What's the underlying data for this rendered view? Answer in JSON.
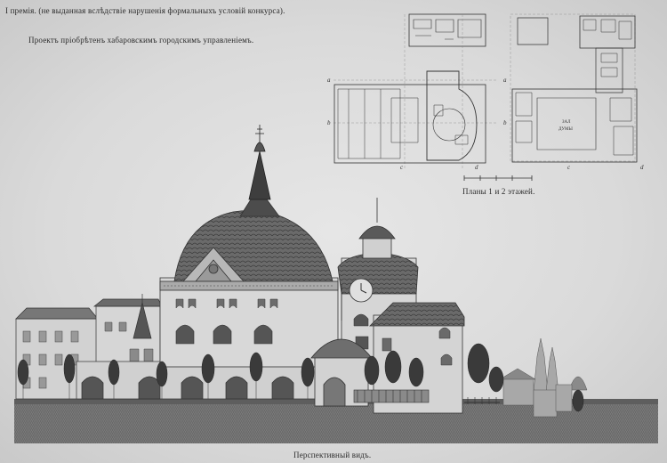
{
  "header": {
    "prize_line": "I премія. (не выданная вслѣдствіе нарушенія формальныхъ условій конкурса).",
    "project_line": "Проектъ пріобрѣтенъ хабаровскимъ городскимъ управленіемъ."
  },
  "plans": {
    "caption": "Планы 1 и 2 этажей.",
    "hall_label_1": "ЗАЛ",
    "hall_label_2": "ДУМЫ"
  },
  "perspective": {
    "caption": "Перспективный видъ."
  },
  "colors": {
    "paper": "#dcdcdc",
    "ink": "#2a2a2a",
    "roof": "#555555",
    "ground": "#6e6e6e"
  }
}
